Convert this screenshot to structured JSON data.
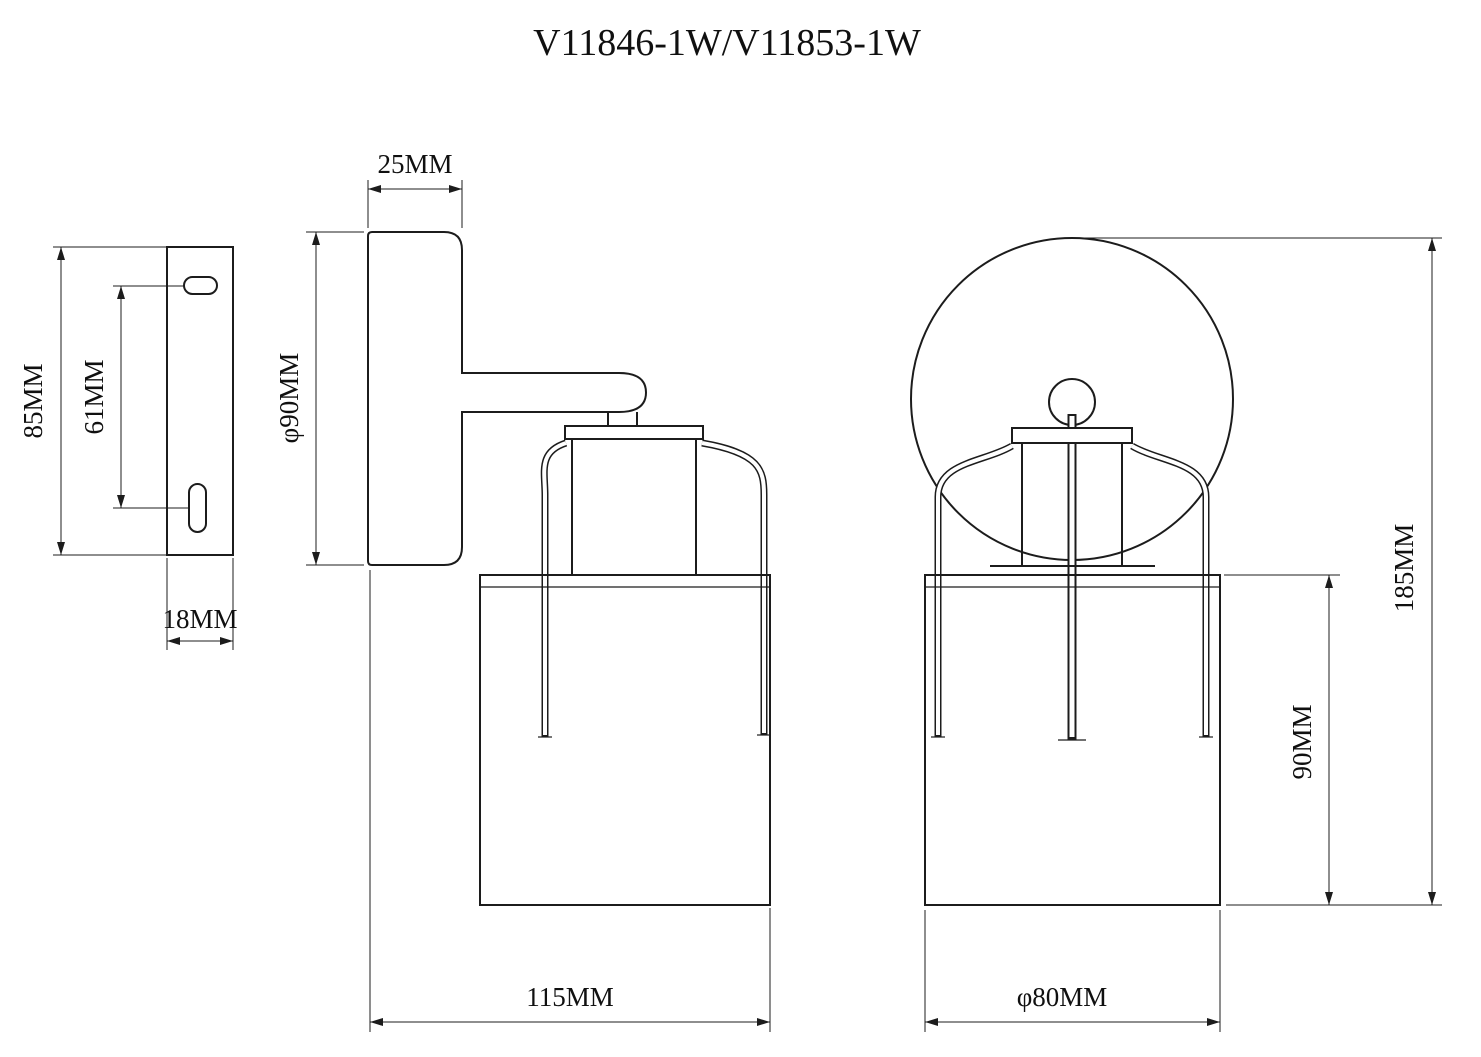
{
  "title": "V11846-1W/V11853-1W",
  "views": {
    "bracket_side": {
      "dims": {
        "height": "85MM",
        "slot_spacing": "61MM",
        "width": "18MM"
      }
    },
    "lamp_side": {
      "dims": {
        "canopy_depth": "25MM",
        "canopy_diameter": "φ90MM",
        "projection": "115MM"
      }
    },
    "lamp_front": {
      "dims": {
        "overall_height": "185MM",
        "shade_height": "90MM",
        "shade_diameter": "φ80MM"
      }
    }
  }
}
